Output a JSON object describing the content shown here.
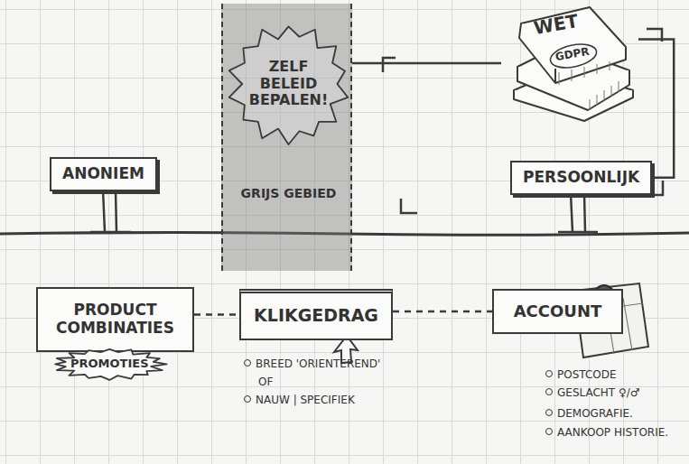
{
  "diagram": {
    "nodes": [
      {
        "text": [
          "WET",
          "GDPR"
        ]
      },
      {
        "text": [
          "GRIJS GEBIED"
        ]
      },
      {
        "text": [
          "ZELF BELEID BEPALEN!"
        ],
        "in": 1
      },
      {
        "text": [
          "ANONIEM"
        ]
      },
      {
        "text": [
          "PERSOONLIJK"
        ]
      },
      {
        "text": [
          "PRODUCT COMBINATIES"
        ]
      },
      {
        "text": [
          "PROMOTIES"
        ]
      },
      {
        "text": [
          "KLIKGEDRAG"
        ]
      },
      {
        "text": [
          "ACCOUNT"
        ]
      }
    ],
    "edges": [
      {
        "from": 0,
        "to": 1,
        "arrow": "none"
      },
      {
        "from": 0,
        "to": 4,
        "arrow": "none"
      },
      {
        "from": 5,
        "to": 7,
        "arrow": "none"
      },
      {
        "from": 7,
        "to": 8,
        "arrow": "none"
      }
    ],
    "labels": [
      "BREED 'ORIENTEREND'",
      "OF",
      "NAUW | SPECIFIEK",
      "POSTCODE",
      "GESLACHT ♀/♂",
      "DEMOGRAFIE.",
      "AANKOOP HISTORIE."
    ]
  }
}
